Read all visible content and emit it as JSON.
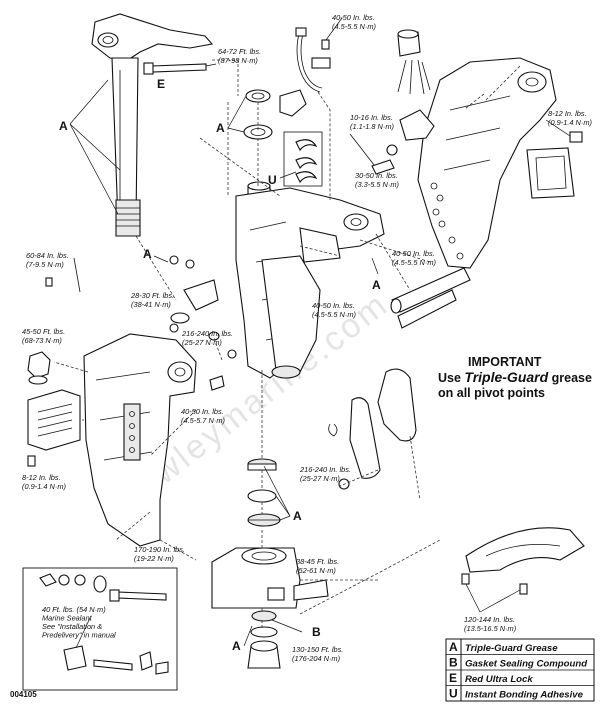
{
  "figure_number": "004105",
  "watermark": "crowleymarine.com",
  "letter_a": "A",
  "letter_b": "B",
  "letter_e": "E",
  "letter_u": "U",
  "torque": {
    "t_40_50_top": [
      "40-50 In. lbs.",
      "(4.5-5.5 N·m)"
    ],
    "t_64_72": [
      "64-72 Ft. lbs.",
      "(87-98 N·m)"
    ],
    "t_10_16": [
      "10-16 In. lbs.",
      "(1.1-1.8 N·m)"
    ],
    "t_8_12_right": [
      "8-12 In. lbs.",
      "(0.9-1.4 N·m)"
    ],
    "t_30_50": [
      "30-50 In. lbs.",
      "(3.3-5.5 N·m)"
    ],
    "t_40_50_mid": [
      "40-50 In. lbs.",
      "(4.5-5.5 N·m)"
    ],
    "t_60_84": [
      "60-84 In. lbs.",
      "(7-9.5 N·m)"
    ],
    "t_28_30": [
      "28-30 Ft. lbs.",
      "(38-41 N·m)"
    ],
    "t_40_50_center": [
      "40-50 In. lbs.",
      "(4.5-5.5 N·m)"
    ],
    "t_45_50": [
      "45-50 Ft. lbs.",
      "(68-73 N·m)"
    ],
    "t_216_240_a": [
      "216-240 In. lbs.",
      "(25-27 N·m)"
    ],
    "t_40_50_low": [
      "40-50 In. lbs.",
      "(4.5-5.7 N·m)"
    ],
    "t_8_12_left": [
      "8-12 In. lbs.",
      "(0.9-1.4 N·m)"
    ],
    "t_216_240_b": [
      "216-240 In. lbs.",
      "(25-27 N·m)"
    ],
    "t_170_190": [
      "170-190 In. lbs.",
      "(19-22 N·m)"
    ],
    "t_38_45": [
      "38-45 Ft. lbs.",
      "(52-61 N·m)"
    ],
    "t_130_150": [
      "130-150 Ft. lbs.",
      "(176-204 N·m)"
    ],
    "t_120_144": [
      "120-144 In. lbs.",
      "(13.5-16.5 N·m)"
    ]
  },
  "inset_note": [
    "40 Ft. lbs. (54 N·m)",
    "Marine Sealant",
    "See \"Installation &",
    "Predelivery\" in manual"
  ],
  "important": {
    "title": "IMPORTANT",
    "line1_pre": "Use ",
    "line1_em": "Triple-Guard",
    "line1_post": " grease",
    "line2": "on all pivot points"
  },
  "legend": [
    {
      "key": "A",
      "text": "Triple-Guard Grease"
    },
    {
      "key": "B",
      "text": "Gasket Sealing Compound"
    },
    {
      "key": "E",
      "text": "Red Ultra Lock"
    },
    {
      "key": "U",
      "text": "Instant Bonding Adhesive"
    }
  ]
}
